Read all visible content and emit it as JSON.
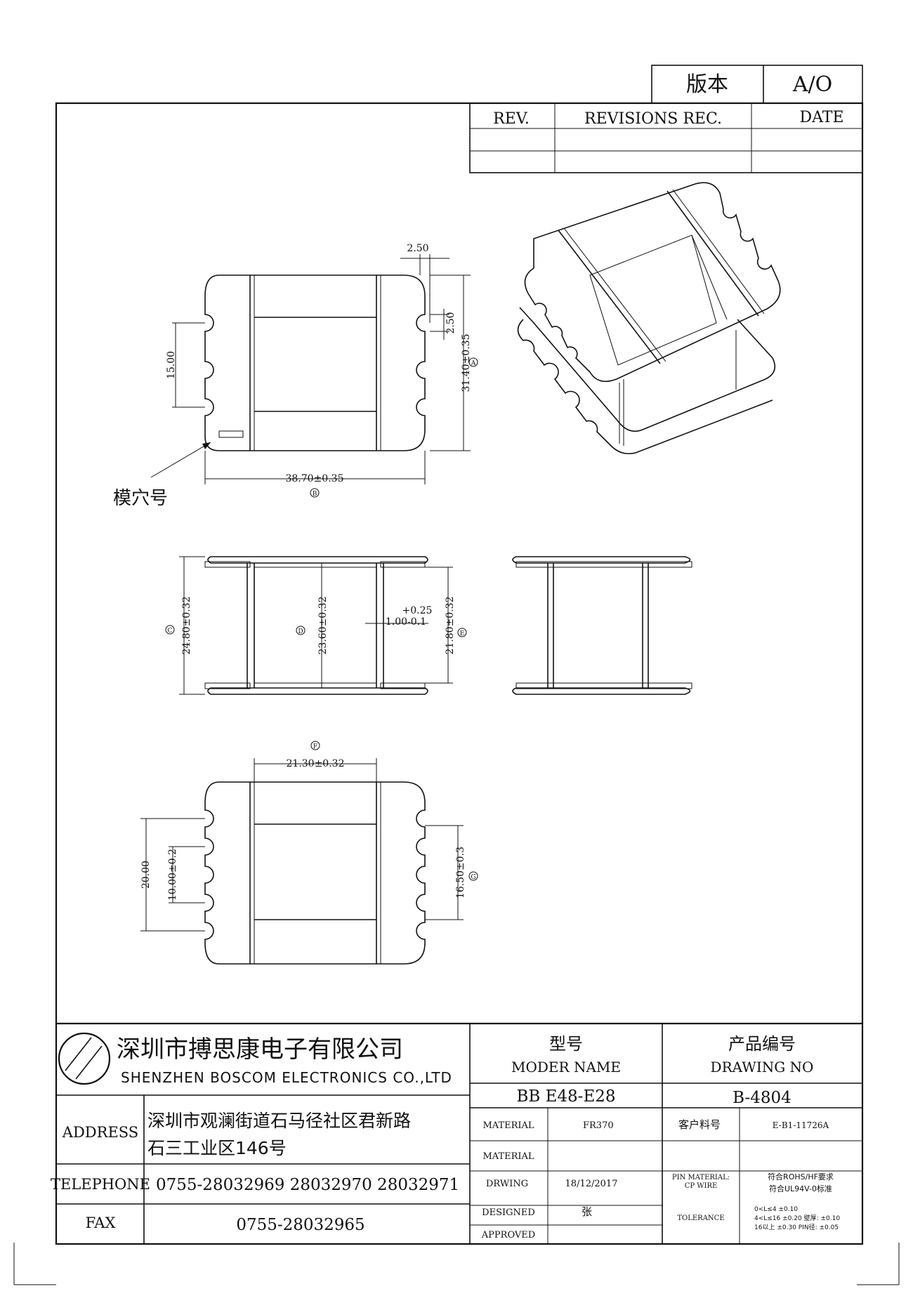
{
  "revision_box": {
    "version_label": "版本",
    "version_value": "A/O"
  },
  "revision_table": {
    "col_rev": "REV.",
    "col_rec": "REVISIONS REC.",
    "col_date": "DATE"
  },
  "dimensions": {
    "top_pitch": "2.50",
    "top_pitch_v": "2.50",
    "top_span": "15.00",
    "top_height": "31.40±0.35",
    "top_height_ref": "A",
    "top_width": "38.70±0.35",
    "top_width_ref": "B",
    "mold_label": "模穴号",
    "front_height": "24.80±0.32",
    "front_height_ref": "C",
    "front_inner": "23.60±0.32",
    "front_inner_ref": "D",
    "front_wall_plus": "+0.25",
    "front_wall": "1.00-0.1",
    "front_flange": "21.80±0.32",
    "front_flange_ref": "E",
    "bottom_width": "21.30±0.32",
    "bottom_width_ref": "F",
    "bottom_span": "20.00",
    "bottom_pin": "10.00±0.2",
    "bottom_height": "16.50±0.3",
    "bottom_height_ref": "G"
  },
  "title_block": {
    "company_cn": "深圳市搏思康电子有限公司",
    "company_en": "SHENZHEN BOSCOM ELECTRONICS CO.,LTD",
    "model_label_cn": "型号",
    "model_label_en": "MODER NAME",
    "model_value": "BB E48-E28",
    "drawing_label_cn": "产品编号",
    "drawing_label_en": "DRAWING NO",
    "drawing_value": "B-4804",
    "address_label": "ADDRESS",
    "address_line1": "深圳市观澜街道石马径社区君新路",
    "address_line2": "石三工业区146号",
    "telephone_label": "TELEPHONE",
    "telephone_value": "0755-28032969 28032970 28032971",
    "fax_label": "FAX",
    "fax_value": "0755-28032965",
    "material_label": "MATERIAL",
    "material_value": "FR370",
    "customer_part_label": "客户料号",
    "customer_part_value": "E-B1-11726A",
    "material2_label": "MATERIAL",
    "drwing_label": "DRWING",
    "drwing_value": "18/12/2017",
    "pin_material_label_1": "PIN MATERIAL:",
    "pin_material_label_2": "CP WIRE",
    "pin_note_1": "符合ROHS/HF要求",
    "pin_note_2": "符合UL94V-0标准",
    "designed_label": "DESIGNED",
    "designed_value": "张",
    "approved_label": "APPROVED",
    "tolerance_label": "TOLERANCE",
    "tolerance_1": "0<L≤4 ±0.10",
    "tolerance_2": "4<L≤16 ±0.20  壁厚: ±0.10",
    "tolerance_3": "16以上   ±0.30  PIN径: ±0.05"
  }
}
